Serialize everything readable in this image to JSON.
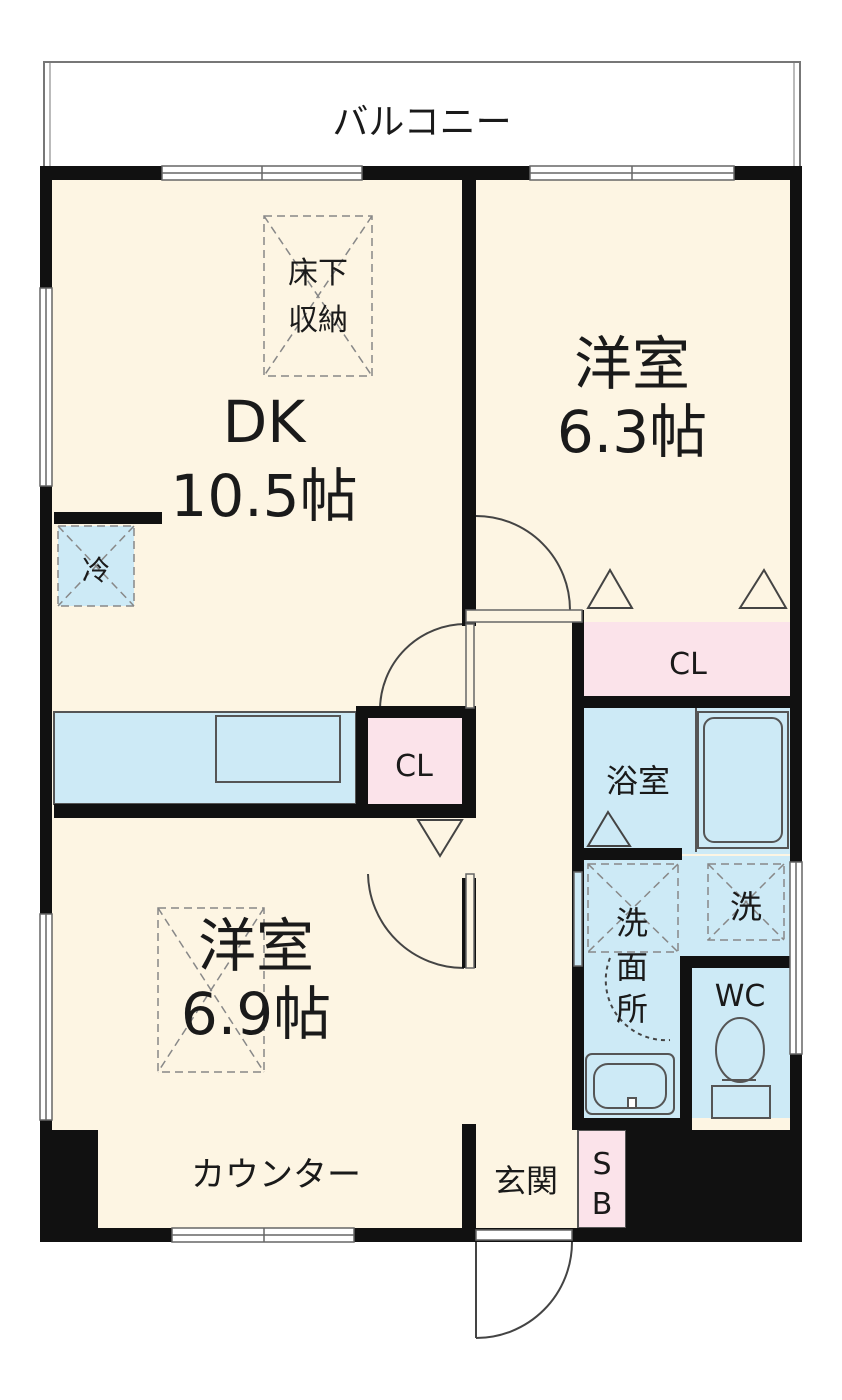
{
  "colors": {
    "floor": "#fdf5e3",
    "wall": "#111111",
    "closet": "#fbe3ea",
    "water": "#cdeaf6",
    "dashed": "#888888"
  },
  "labels": {
    "balcony": "バルコニー",
    "dk_name": "DK",
    "dk_size": "10.5帖",
    "underfloor_1": "床下",
    "underfloor_2": "収納",
    "fridge": "冷",
    "room1_name": "洋室",
    "room1_size": "6.3帖",
    "cl_upper": "CL",
    "cl_middle": "CL",
    "bath": "浴室",
    "washer": "洗",
    "washroom_1": "洗",
    "washroom_2": "面",
    "washroom_3": "所",
    "wc": "WC",
    "room2_name": "洋室",
    "room2_size": "6.9帖",
    "counter": "カウンター",
    "entrance": "玄関",
    "sb_1": "S",
    "sb_2": "B"
  }
}
